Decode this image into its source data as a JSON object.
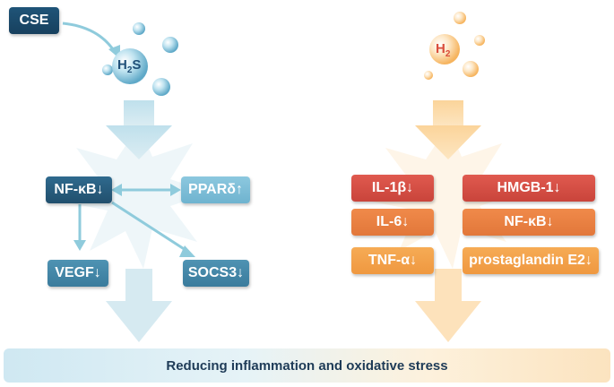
{
  "left_panel": {
    "source_label": "CSE",
    "molecule": {
      "symbol": "H",
      "subscript": "2",
      "suffix": "S"
    },
    "nodes": {
      "nfkb": "NF-κB↓",
      "ppar": "PPARδ↑",
      "vegf": "VEGF↓",
      "socs3": "SOCS3↓"
    }
  },
  "right_panel": {
    "molecule": {
      "symbol": "H",
      "subscript": "2"
    },
    "markers": [
      {
        "label": "IL-1β↓",
        "tone": "red"
      },
      {
        "label": "HMGB-1↓",
        "tone": "red"
      },
      {
        "label": "IL-6↓",
        "tone": "orange"
      },
      {
        "label": "NF-κB↓",
        "tone": "orange"
      },
      {
        "label": "TNF-α↓",
        "tone": "orange-light"
      },
      {
        "label": "prostaglandin E2↓",
        "tone": "orange-light"
      }
    ]
  },
  "footer": {
    "text": "Reducing inflammation and oxidative stress"
  },
  "colors": {
    "blue_accent": "#3a7b9c",
    "orange_accent": "#f6a94a",
    "red_accent": "#d44d43"
  }
}
